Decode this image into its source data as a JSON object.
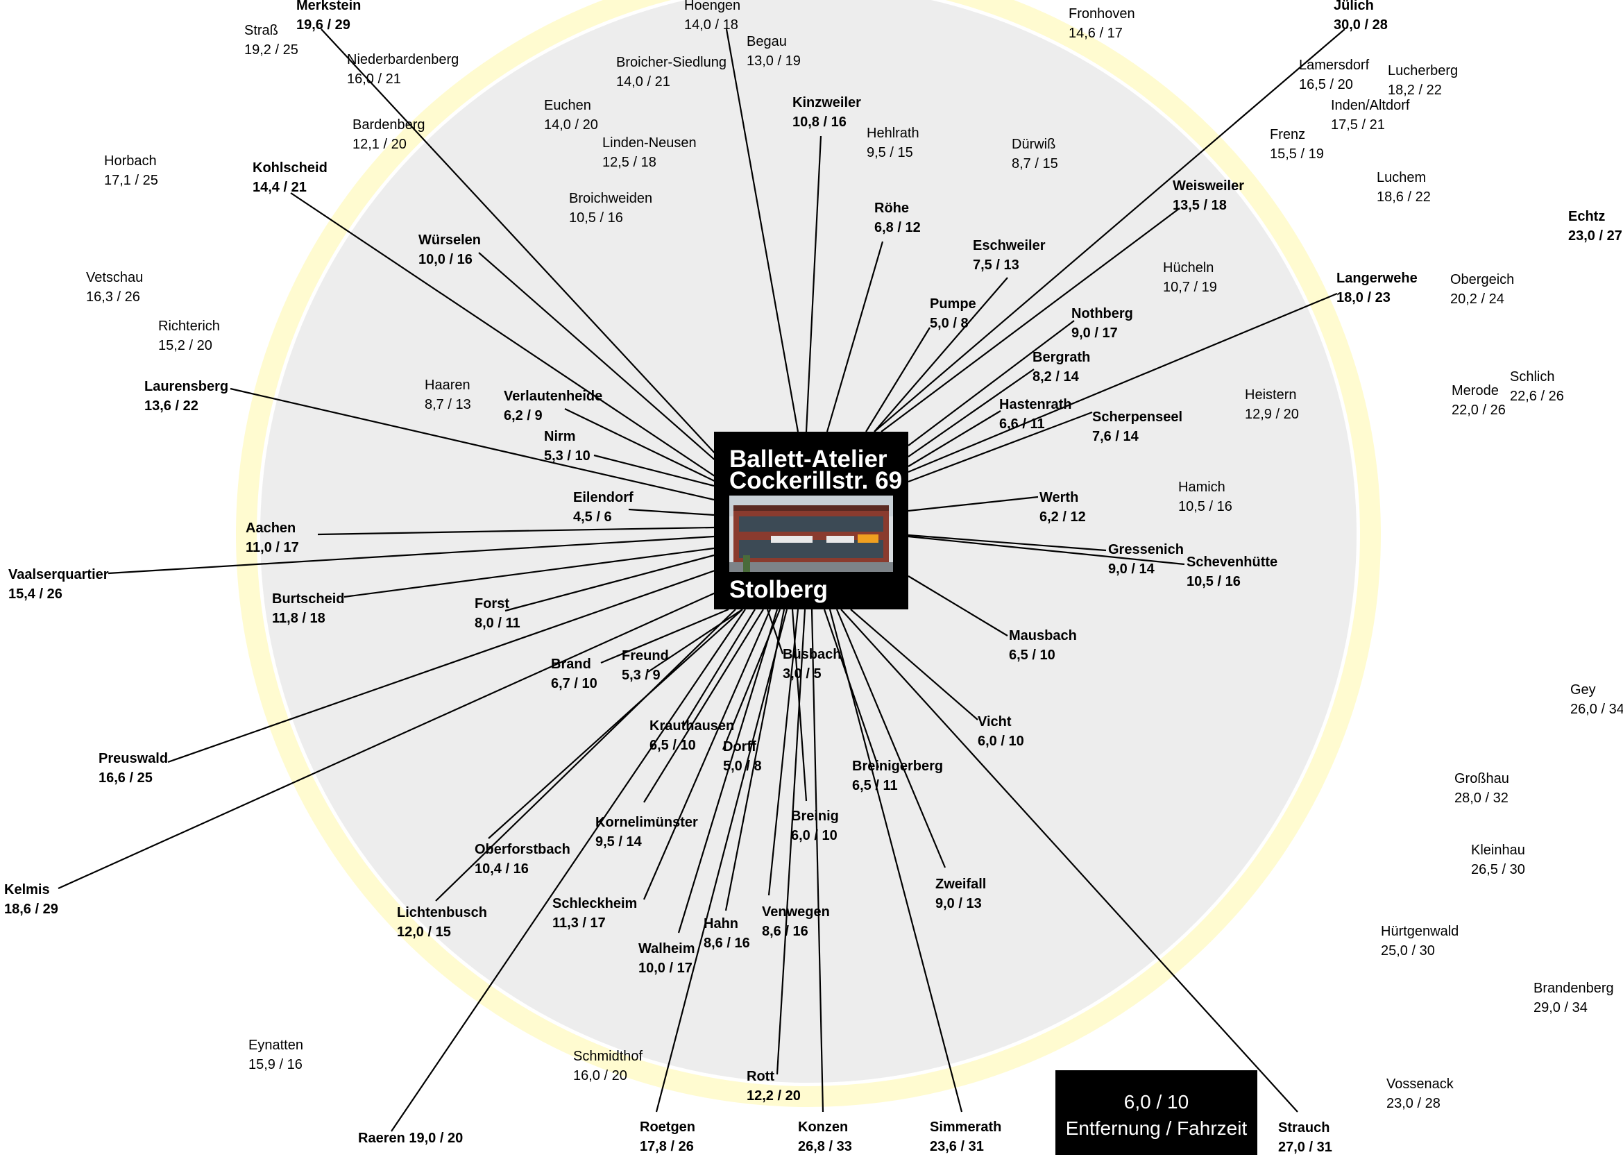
{
  "colors": {
    "background": "#ffffff",
    "circle_fill": "#ededed",
    "circle_halo": "#fffbd0",
    "line": "#000000",
    "box": "#000000",
    "box_text": "#ffffff"
  },
  "center": {
    "line1": "Ballett-Atelier",
    "line2": "Cockerillstr. 69",
    "line3": "Stolberg"
  },
  "legend": {
    "value": "6,0 / 10",
    "label": "Entfernung / Fahrzeit"
  },
  "places": [
    {
      "name": "Merkstein",
      "value": "19,6 / 29",
      "major": true
    },
    {
      "name": "Straß",
      "value": "19,2 / 25",
      "major": false
    },
    {
      "name": "Niederbardenberg",
      "value": "16,0 / 21",
      "major": false
    },
    {
      "name": "Hoengen",
      "value": "14,0 / 18",
      "major": false
    },
    {
      "name": "Begau",
      "value": "13,0 / 19",
      "major": false
    },
    {
      "name": "Broicher-Siedlung",
      "value": "14,0 / 21",
      "major": false
    },
    {
      "name": "Fronhoven",
      "value": "14,6 / 17",
      "major": false
    },
    {
      "name": "Jülich",
      "value": "30,0 / 28",
      "major": true
    },
    {
      "name": "Lamersdorf",
      "value": "16,5 / 20",
      "major": false
    },
    {
      "name": "Lucherberg",
      "value": "18,2 / 22",
      "major": false
    },
    {
      "name": "Inden/Altdorf",
      "value": "17,5 / 21",
      "major": false
    },
    {
      "name": "Euchen",
      "value": "14,0 / 20",
      "major": false
    },
    {
      "name": "Bardenberg",
      "value": "12,1 / 20",
      "major": false
    },
    {
      "name": "Kinzweiler",
      "value": "10,8 / 16",
      "major": true
    },
    {
      "name": "Linden-Neusen",
      "value": "12,5 / 18",
      "major": false
    },
    {
      "name": "Hehlrath",
      "value": "9,5 / 15",
      "major": false
    },
    {
      "name": "Dürwiß",
      "value": "8,7 / 15",
      "major": false
    },
    {
      "name": "Frenz",
      "value": "15,5 / 19",
      "major": false
    },
    {
      "name": "Horbach",
      "value": "17,1 / 25",
      "major": false
    },
    {
      "name": "Kohlscheid",
      "value": "14,4 / 21",
      "major": true
    },
    {
      "name": "Luchem",
      "value": "18,6 / 22",
      "major": false
    },
    {
      "name": "Weisweiler",
      "value": "13,5 / 18",
      "major": true
    },
    {
      "name": "Broichweiden",
      "value": "10,5 / 16",
      "major": false
    },
    {
      "name": "Röhe",
      "value": "6,8 / 12",
      "major": true
    },
    {
      "name": "Echtz",
      "value": "23,0 / 27",
      "major": true
    },
    {
      "name": "Würselen",
      "value": "10,0 / 16",
      "major": true
    },
    {
      "name": "Eschweiler",
      "value": "7,5 / 13",
      "major": true
    },
    {
      "name": "Hücheln",
      "value": "10,7 / 19",
      "major": false
    },
    {
      "name": "Vetschau",
      "value": "16,3 / 26",
      "major": false
    },
    {
      "name": "Langerwehe",
      "value": "18,0 / 23",
      "major": true
    },
    {
      "name": "Obergeich",
      "value": "20,2 / 24",
      "major": false
    },
    {
      "name": "Pumpe",
      "value": "5,0 / 8",
      "major": true
    },
    {
      "name": "Nothberg",
      "value": "9,0 / 17",
      "major": true
    },
    {
      "name": "Richterich",
      "value": "15,2 / 20",
      "major": false
    },
    {
      "name": "Bergrath",
      "value": "8,2 / 14",
      "major": true
    },
    {
      "name": "Schlich",
      "value": "22,6 / 26",
      "major": false
    },
    {
      "name": "Laurensberg",
      "value": "13,6 / 22",
      "major": true
    },
    {
      "name": "Haaren",
      "value": "8,7 / 13",
      "major": false
    },
    {
      "name": "Verlautenheide",
      "value": "6,2 / 9",
      "major": true
    },
    {
      "name": "Merode",
      "value": "22,0 / 26",
      "major": false
    },
    {
      "name": "Heistern",
      "value": "12,9 / 20",
      "major": false
    },
    {
      "name": "Hastenrath",
      "value": "6,6 / 11",
      "major": true
    },
    {
      "name": "Scherpenseel",
      "value": "7,6 / 14",
      "major": true
    },
    {
      "name": "Nirm",
      "value": "5,3 / 10",
      "major": true
    },
    {
      "name": "Hamich",
      "value": "10,5 / 16",
      "major": false
    },
    {
      "name": "Eilendorf",
      "value": "4,5 / 6",
      "major": true
    },
    {
      "name": "Werth",
      "value": "6,2 / 12",
      "major": true
    },
    {
      "name": "Aachen",
      "value": "11,0 / 17",
      "major": true
    },
    {
      "name": "Gressenich",
      "value": "9,0 / 14",
      "major": true
    },
    {
      "name": "Schevenhütte",
      "value": "10,5 / 16",
      "major": true
    },
    {
      "name": "Vaalserquartier",
      "value": "15,4 / 26",
      "major": true
    },
    {
      "name": "Burtscheid",
      "value": "11,8 / 18",
      "major": true
    },
    {
      "name": "Forst",
      "value": "8,0 / 11",
      "major": true
    },
    {
      "name": "Mausbach",
      "value": "6,5 / 10",
      "major": true
    },
    {
      "name": "Brand",
      "value": "6,7 / 10",
      "major": true
    },
    {
      "name": "Freund",
      "value": "5,3 / 9",
      "major": true
    },
    {
      "name": "Büsbach",
      "value": "3,0 / 5",
      "major": true
    },
    {
      "name": "Gey",
      "value": "26,0 / 34",
      "major": false
    },
    {
      "name": "Vicht",
      "value": "6,0 / 10",
      "major": true
    },
    {
      "name": "Krauthausen",
      "value": "6,5 / 10",
      "major": true
    },
    {
      "name": "Dorff",
      "value": "5,0 / 8",
      "major": true
    },
    {
      "name": "Preuswald",
      "value": "16,6 / 25",
      "major": true
    },
    {
      "name": "Breinigerberg",
      "value": "6,5 / 11",
      "major": true
    },
    {
      "name": "Großhau",
      "value": "28,0 / 32",
      "major": false
    },
    {
      "name": "Breinig",
      "value": "6,0 / 10",
      "major": true
    },
    {
      "name": "Kornelimünster",
      "value": "9,5 / 14",
      "major": true
    },
    {
      "name": "Oberforstbach",
      "value": "10,4 / 16",
      "major": true
    },
    {
      "name": "Kleinhau",
      "value": "26,5 / 30",
      "major": false
    },
    {
      "name": "Zweifall",
      "value": "9,0 / 13",
      "major": true
    },
    {
      "name": "Kelmis",
      "value": "18,6 / 29",
      "major": true
    },
    {
      "name": "Schleckheim",
      "value": "11,3 / 17",
      "major": true
    },
    {
      "name": "Lichtenbusch",
      "value": "12,0 / 15",
      "major": true
    },
    {
      "name": "Venwegen",
      "value": "8,6 / 16",
      "major": true
    },
    {
      "name": "Hahn",
      "value": "8,6 / 16",
      "major": true
    },
    {
      "name": "Hürtgenwald",
      "value": "25,0 / 30",
      "major": false
    },
    {
      "name": "Walheim",
      "value": "10,0 / 17",
      "major": true
    },
    {
      "name": "Brandenberg",
      "value": "29,0 / 34",
      "major": false
    },
    {
      "name": "Eynatten",
      "value": "15,9 / 16",
      "major": false
    },
    {
      "name": "Schmidthof",
      "value": "16,0 / 20",
      "major": false
    },
    {
      "name": "Rott",
      "value": "12,2 / 20",
      "major": true
    },
    {
      "name": "Vossenack",
      "value": "23,0 / 28",
      "major": false
    },
    {
      "name": "Roetgen",
      "value": "17,8 / 26",
      "major": true
    },
    {
      "name": "Konzen",
      "value": "26,8 / 33",
      "major": true
    },
    {
      "name": "Simmerath",
      "value": "23,6 / 31",
      "major": true
    },
    {
      "name": "Strauch",
      "value": "27,0 / 31",
      "major": true
    },
    {
      "name": "Raeren",
      "value": "19,0 / 20",
      "major": true,
      "inline": true
    }
  ]
}
